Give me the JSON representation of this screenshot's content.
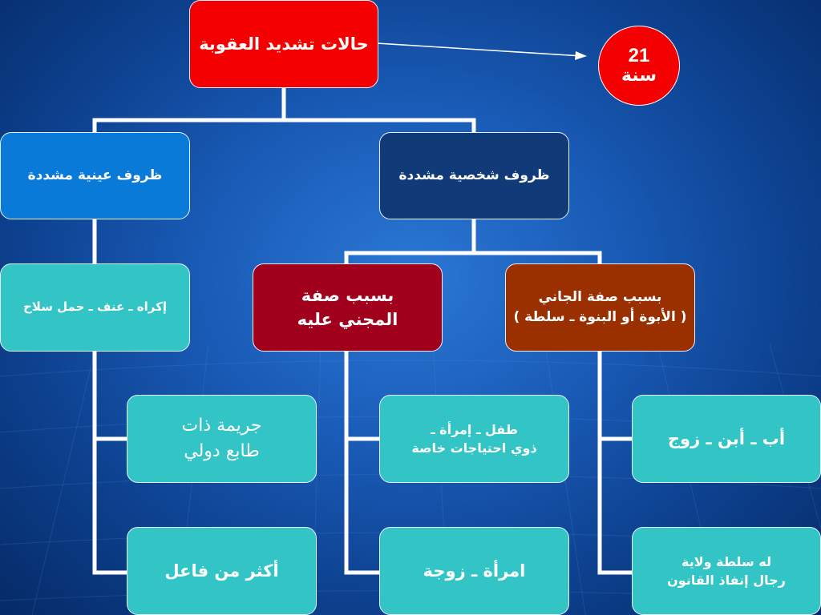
{
  "diagram": {
    "root": "حالات تشديد العقوبة",
    "age_badge": {
      "number": "21",
      "unit": "سنة"
    },
    "level1": {
      "material": "ظروف عينية مشددة",
      "personal": "ظروف شخصية مشددة"
    },
    "level2": {
      "victim": "بسبب صفة\nالمجني عليه",
      "offender": "بسبب صفة الجاني\n( الأبوة أو البنوة ـ سلطة )"
    },
    "material_items": [
      "إكراه ـ عنف ـ حمل سلاح",
      "جريمة ذات\nطابع دولي",
      "أكثر من فاعل"
    ],
    "victim_items": [
      "طفل ـ إمرأة ـ\nذوي احتياجات خاصة",
      "امرأة ـ زوجة"
    ],
    "offender_items": [
      "أب ـ أبن ـ زوج",
      "له سلطة ولاية\nرجال إنفاذ القانون"
    ]
  },
  "colors": {
    "root": "#f40000",
    "level1_material": "#0a7ad8",
    "level1_personal": "#103a78",
    "victim": "#a0001c",
    "offender": "#9a3000",
    "leaf": "#33c4c6",
    "connector": "#ffffff"
  }
}
